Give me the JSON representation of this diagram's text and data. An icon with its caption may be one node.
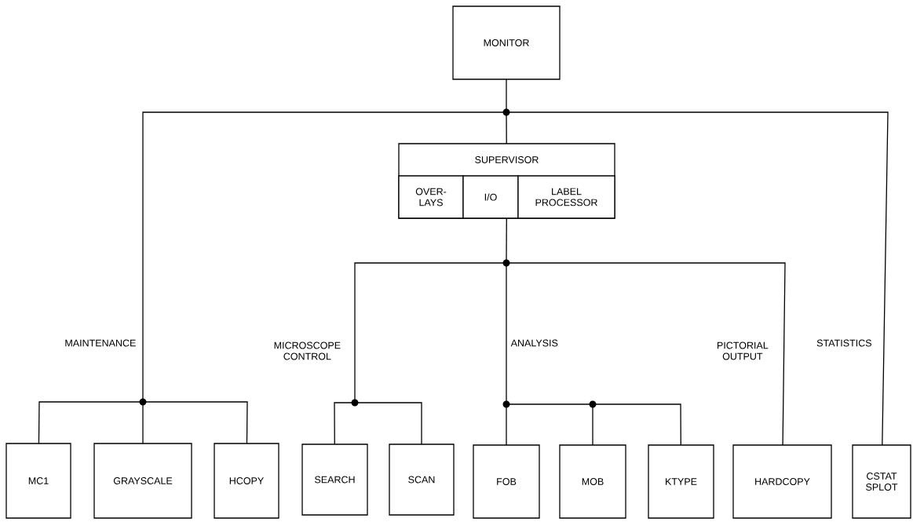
{
  "diagram": {
    "nodes": [
      {
        "text": [
          "MONITOR"
        ]
      },
      {
        "text": [
          "SUPERVISOR"
        ]
      },
      {
        "text": [
          "OVER- LAYS"
        ],
        "in": 1
      },
      {
        "text": [
          "I/O"
        ],
        "in": 1
      },
      {
        "text": [
          "LABEL PROCESSOR"
        ],
        "in": 1
      },
      {
        "text": [
          "MC1"
        ]
      },
      {
        "text": [
          "GRAYSCALE"
        ]
      },
      {
        "text": [
          "HCOPY"
        ]
      },
      {
        "text": [
          "SEARCH"
        ]
      },
      {
        "text": [
          "SCAN"
        ]
      },
      {
        "text": [
          "FOB"
        ]
      },
      {
        "text": [
          "MOB"
        ]
      },
      {
        "text": [
          "KTYPE"
        ]
      },
      {
        "text": [
          "HARDCOPY"
        ]
      },
      {
        "text": [
          "CSTAT SPLOT"
        ]
      }
    ],
    "edges": [
      {
        "from": 0,
        "to": 1,
        "arrow": "none"
      },
      {
        "from": 0,
        "to": 5,
        "arrow": "none"
      },
      {
        "from": 0,
        "to": 6,
        "arrow": "none"
      },
      {
        "from": 0,
        "to": 7,
        "arrow": "none"
      },
      {
        "from": 0,
        "to": 14,
        "arrow": "none"
      },
      {
        "from": 1,
        "to": 8,
        "arrow": "none"
      },
      {
        "from": 1,
        "to": 9,
        "arrow": "none"
      },
      {
        "from": 1,
        "to": 10,
        "arrow": "none"
      },
      {
        "from": 1,
        "to": 11,
        "arrow": "none"
      },
      {
        "from": 1,
        "to": 12,
        "arrow": "none"
      },
      {
        "from": 1,
        "to": 13,
        "arrow": "none"
      }
    ],
    "labels": [
      "MAINTENANCE",
      "MICROSCOPE CONTROL",
      "ANALYSIS",
      "PICTORIAL OUTPUT",
      "STATISTICS"
    ]
  }
}
